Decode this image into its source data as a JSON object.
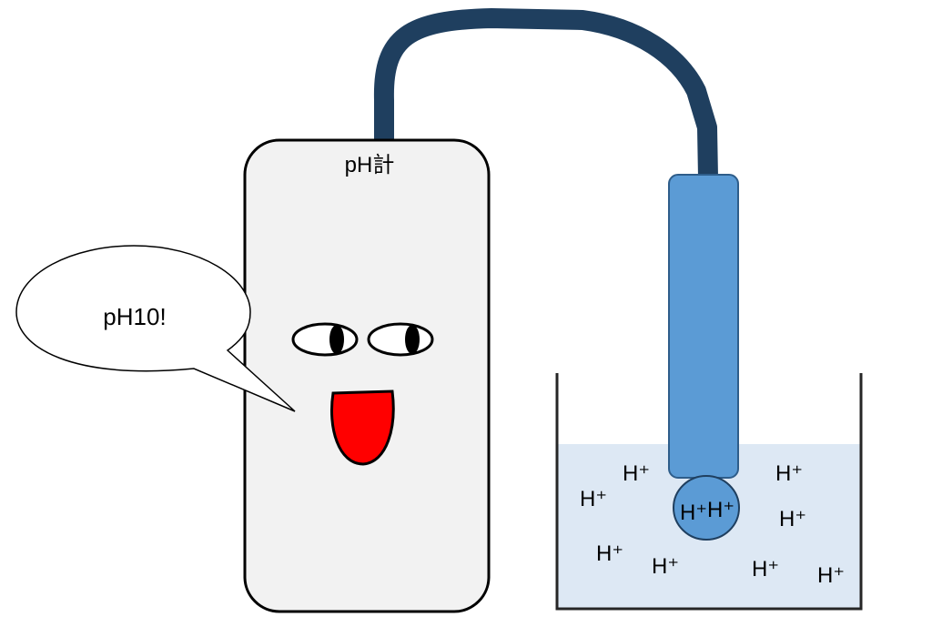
{
  "meter": {
    "title": "pH計",
    "speech": "pH10!",
    "body_color": "#f2f2f2",
    "mouth_color": "#ff0000"
  },
  "probe": {
    "tip_labels": [
      "H⁺",
      "H⁺"
    ],
    "color": "#5b9bd5",
    "cable_color": "#1f3f5f"
  },
  "beaker": {
    "liquid_color": "#dde8f4",
    "ions": [
      "H⁺",
      "H⁺",
      "H⁺",
      "H⁺",
      "H⁺",
      "H⁺",
      "H⁺",
      "H⁺"
    ]
  }
}
